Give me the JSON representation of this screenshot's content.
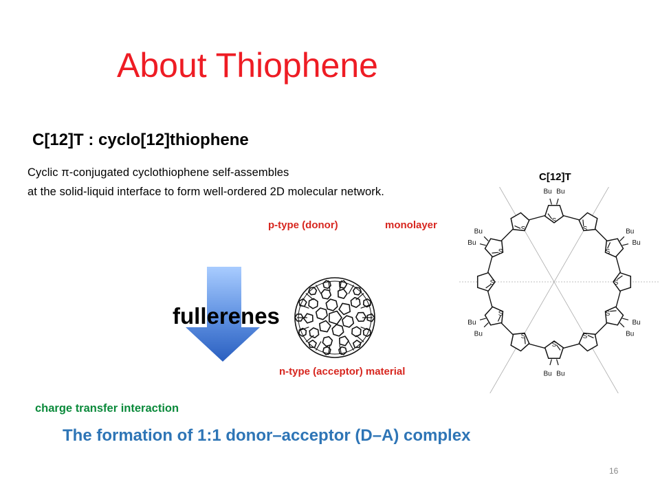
{
  "slide": {
    "title": "About Thiophene",
    "subtitle": "C[12]T : cyclo[12]thiophene",
    "description_line1": "Cyclic π-conjugated cyclothiophene self-assembles",
    "description_line2": "at the solid-liquid interface to form well-ordered 2D molecular network.",
    "label_ptype": "p-type (donor)",
    "label_monolayer": "monolayer",
    "label_ntype": "n-type (acceptor) material",
    "label_c12t": "C[12]T",
    "label_fullerenes": "fullerenes",
    "label_charge_transfer": "charge transfer interaction",
    "label_formation": "The formation of 1:1 donor–acceptor (D–A) complex",
    "page_number": "16",
    "molecule_atom_s": "S",
    "molecule_group_bu": "Bu"
  },
  "colors": {
    "title": "#ee1c24",
    "red_labels": "#d7261f",
    "charge_transfer": "#0b8a3b",
    "formation": "#2e75b6",
    "arrow_top": "#9ec3ff",
    "arrow_bottom": "#2f66c8"
  },
  "icons": {
    "arrow": "down-arrow-icon",
    "fullerene": "fullerene-c60-icon",
    "molecule": "cyclothiophene-structure-icon"
  }
}
